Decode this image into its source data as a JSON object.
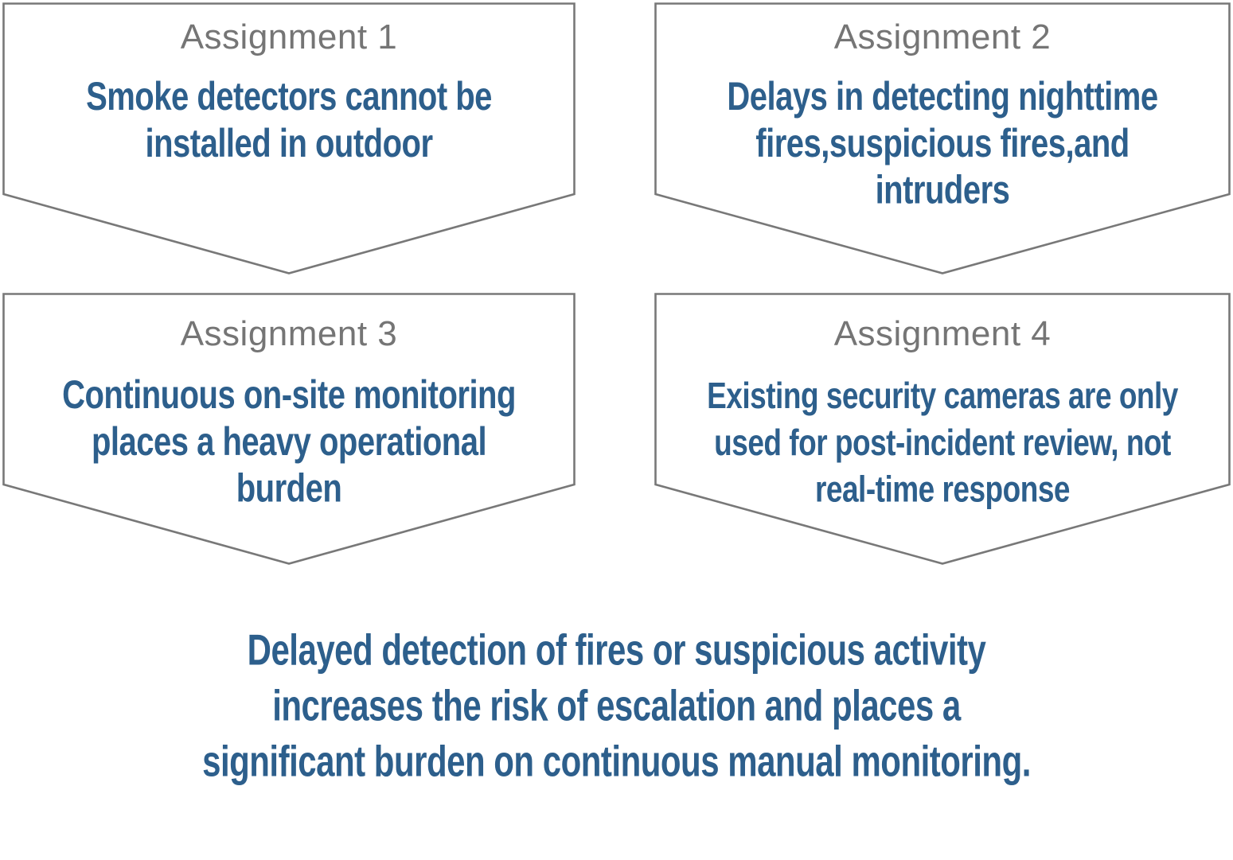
{
  "colors": {
    "background": "#ffffff",
    "box_border": "#787878",
    "header_text": "#757575",
    "body_text": "#2d5f8c"
  },
  "boxes": [
    {
      "header": "Assignment 1",
      "lines": [
        "Smoke detectors cannot be",
        "installed in outdoor"
      ]
    },
    {
      "header": "Assignment 2",
      "lines": [
        "Delays in detecting nighttime",
        "fires,suspicious fires,and",
        "intruders"
      ]
    },
    {
      "header": "Assignment 3",
      "lines": [
        "Continuous on-site monitoring",
        "places a heavy operational",
        "burden"
      ]
    },
    {
      "header": "Assignment 4",
      "lines": [
        "Existing security cameras are only",
        "used for post-incident review, not",
        "real-time response"
      ]
    }
  ],
  "summary": {
    "lines": [
      "Delayed detection of fires or suspicious activity",
      "increases the risk of escalation and places a",
      "significant burden on continuous manual monitoring."
    ]
  }
}
